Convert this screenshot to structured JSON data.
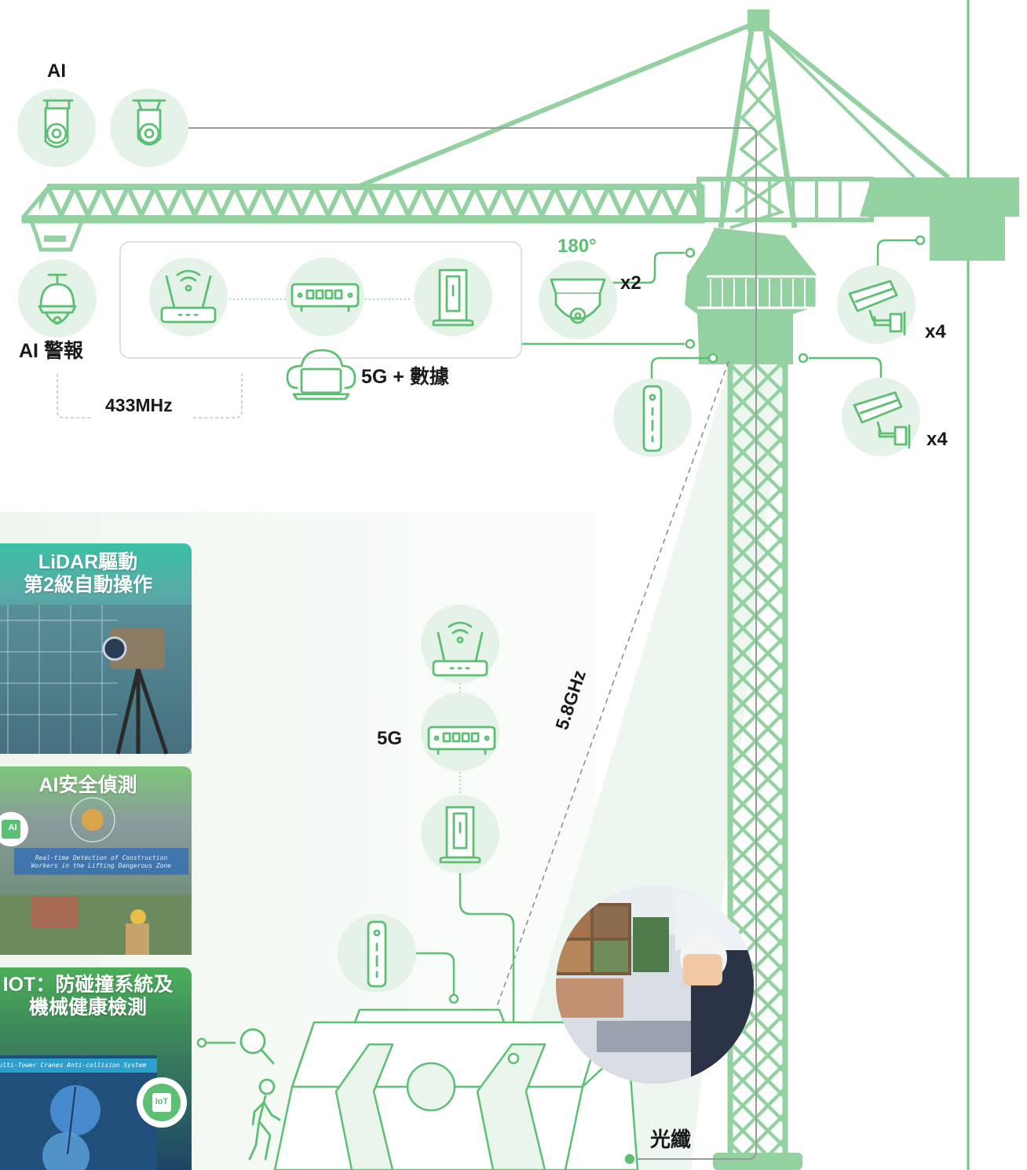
{
  "labels": {
    "ai_top": "AI",
    "ai_alarm": "AI 警報",
    "mhz": "433MHz",
    "fiveg_data": "5G + 數據",
    "deg180": "180°",
    "x2": "x2",
    "x4_upper": "x4",
    "x4_lower": "x4",
    "fiveg": "5G",
    "ghz": "5.8GHz",
    "fiber": "光纖"
  },
  "cards": [
    {
      "title_line1": "LiDAR驅動",
      "title_line2": "第2級自動操作"
    },
    {
      "title_line1": "AI安全偵測",
      "overlay_line1": "Real-time Detection of Construction",
      "overlay_line2": "Workers in the Lifting Dangerous Zone",
      "chip_label": "AI"
    },
    {
      "title_line1": "IOT：防碰撞系統及",
      "title_line2": "機械健康檢測",
      "overlay_line1": "Multi-Tower Cranes Anti-collision System",
      "chip_label": "IoT"
    }
  ],
  "icons": [
    "camera-icon",
    "dome-camera-icon",
    "alarm-siren-icon",
    "router-icon",
    "switch-icon",
    "server-cabinet-icon",
    "cloud-laptop-icon",
    "bullet-camera-icon",
    "sensor-icon",
    "search-icon",
    "person-walking-icon"
  ],
  "colors": {
    "crane": "#93d1a1",
    "icon_line": "#5cbf74",
    "icon_bg": "#e5f2e7",
    "text": "#1a1a1a",
    "accent_green": "#5cbf74"
  }
}
